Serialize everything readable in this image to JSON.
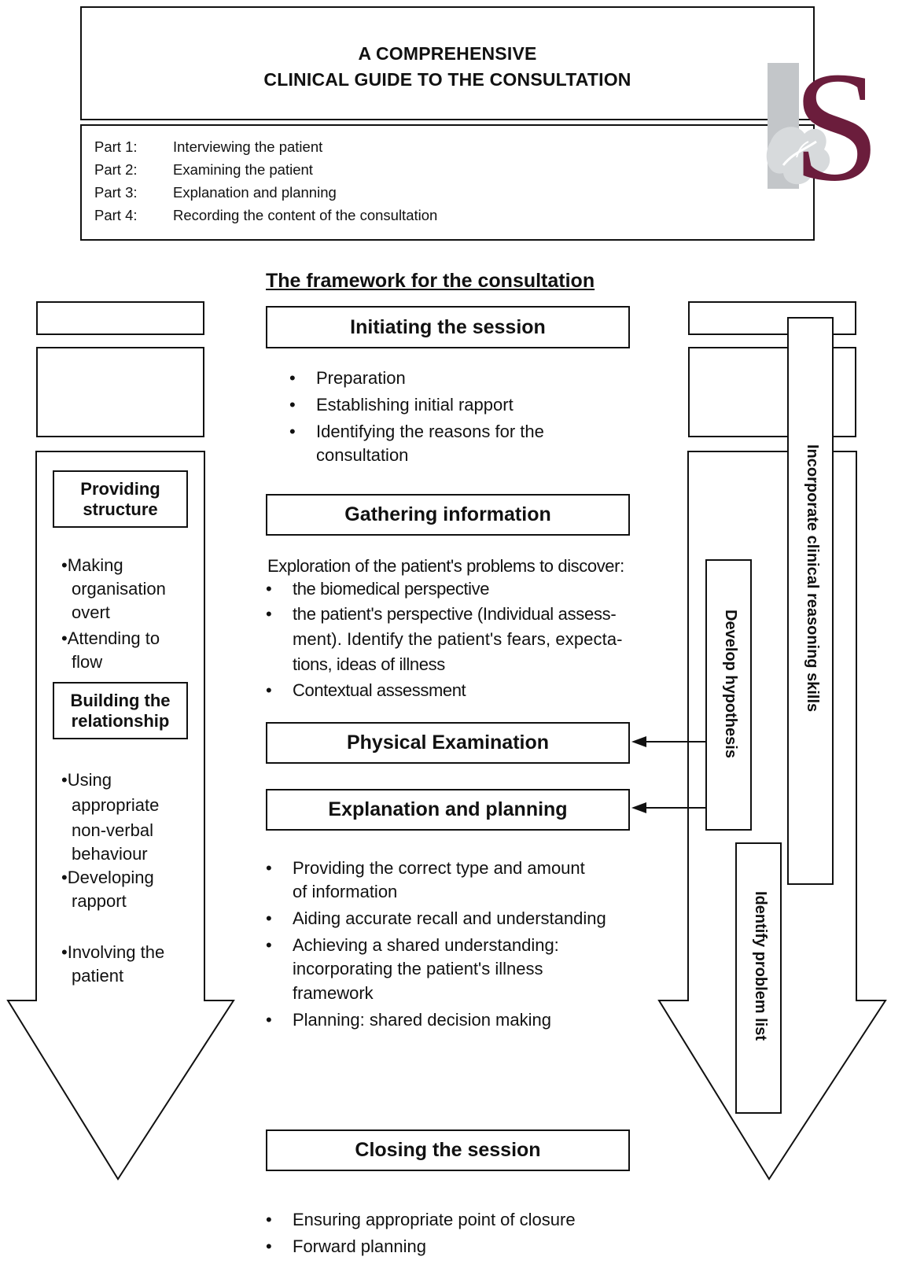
{
  "header": {
    "title_line1": "A COMPREHENSIVE",
    "title_line2": "CLINICAL GUIDE TO THE CONSULTATION",
    "parts": [
      {
        "num": "Part 1:",
        "text": "Interviewing the patient"
      },
      {
        "num": "Part 2:",
        "text": "Examining the patient"
      },
      {
        "num": "Part 3:",
        "text": "Explanation and planning"
      },
      {
        "num": "Part 4:",
        "text": "Recording the content of the consultation"
      }
    ]
  },
  "logo": {
    "letter": "S",
    "color": "#6b1d3c",
    "oak_color": "#b8bcc0"
  },
  "framework": {
    "heading": "The framework for the consultation",
    "initiating": {
      "title": "Initiating the session",
      "bullets": [
        "Preparation",
        "Establishing initial rapport",
        "Identifying the reasons for the",
        "consultation"
      ]
    },
    "gathering": {
      "title": "Gathering information",
      "intro": "Exploration of the patient's problems to discover:",
      "bullets": [
        "the biomedical perspective",
        "the patient's perspective (Individual assess-",
        "ment). Identify the patient's fears, expecta-",
        "tions, ideas of illness",
        "Contextual assessment"
      ]
    },
    "physical": {
      "title": "Physical Examination"
    },
    "explanation": {
      "title": "Explanation and planning",
      "bullets": [
        "Providing the correct type and amount",
        "of information",
        "Aiding accurate recall and understanding",
        "Achieving a shared understanding:",
        "incorporating the patient's illness",
        "framework",
        "Planning: shared decision making"
      ]
    },
    "closing": {
      "title": "Closing the session",
      "bullets": [
        "Ensuring appropriate point of closure",
        "Forward planning"
      ]
    }
  },
  "left_arrow": {
    "structure_title": "Providing structure",
    "structure_title_l1": "Providing",
    "structure_title_l2": "structure",
    "structure_items": [
      "Making",
      "organisation",
      "overt",
      "Attending to",
      "flow"
    ],
    "relationship_title_l1": "Building the",
    "relationship_title_l2": "relationship",
    "relationship_items": [
      "Using",
      "appropriate",
      "non-verbal",
      "behaviour",
      "Developing",
      "rapport",
      "Involving the",
      "patient"
    ]
  },
  "right_arrow": {
    "clinical_reasoning": "Incorporate clinical reasoning skills",
    "develop_hypothesis": "Develop hypothesis",
    "problem_list": "Identify problem list"
  }
}
